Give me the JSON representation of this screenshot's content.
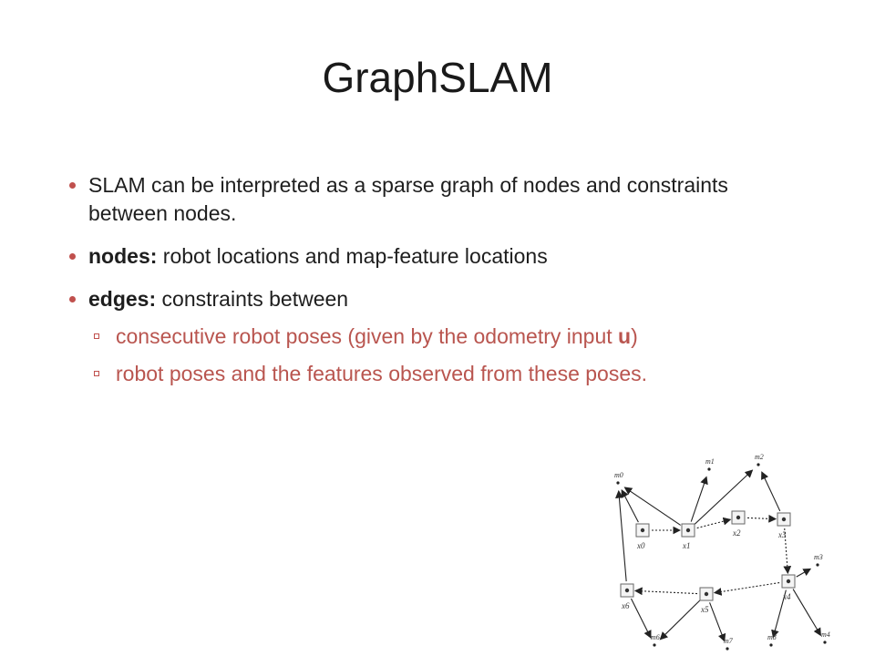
{
  "slide": {
    "title": "GraphSLAM",
    "bullets": [
      {
        "bold": "",
        "text": "SLAM can be interpreted as a sparse graph of nodes and constraints between nodes."
      },
      {
        "bold": "nodes:",
        "text": " robot locations and map-feature locations"
      },
      {
        "bold": "edges:",
        "text": " constraints between"
      }
    ],
    "sub_bullets": [
      {
        "pre": "consecutive robot poses (given by the odometry input ",
        "bold": "u",
        "post": ")"
      },
      {
        "pre": "robot poses and the features observed from these poses.",
        "bold": "",
        "post": ""
      }
    ]
  },
  "colors": {
    "accent": "#c0504d",
    "sub_text": "#b9554f",
    "text": "#1e1e1e"
  },
  "diagram": {
    "poses": [
      {
        "label": "x0"
      },
      {
        "label": "x1"
      },
      {
        "label": "x2"
      },
      {
        "label": "x3"
      },
      {
        "label": "x4"
      },
      {
        "label": "x5"
      },
      {
        "label": "x6"
      }
    ],
    "landmarks": [
      {
        "label": "m0"
      },
      {
        "label": "m1"
      },
      {
        "label": "m2"
      },
      {
        "label": "m3"
      },
      {
        "label": "m4"
      },
      {
        "label": "m6"
      },
      {
        "label": "m7"
      },
      {
        "label": "m8"
      }
    ]
  }
}
